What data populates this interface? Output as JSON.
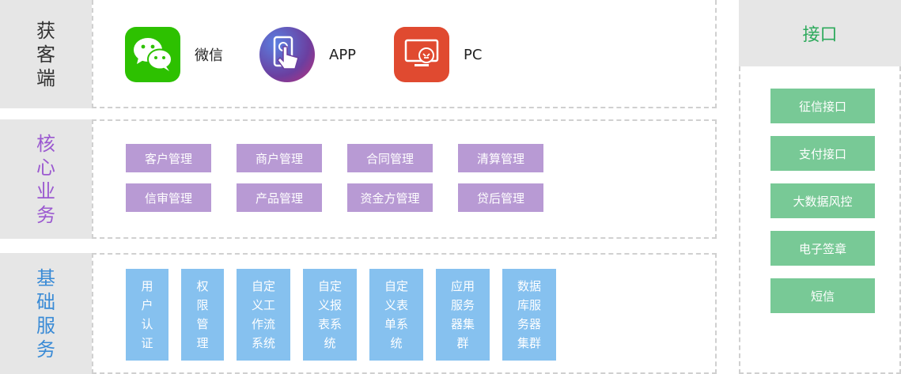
{
  "layers": {
    "client": {
      "label": "获客端",
      "color": "#333333",
      "items": [
        {
          "label": "微信",
          "icon": "wechat-icon",
          "color": "#2dc100"
        },
        {
          "label": "APP",
          "icon": "app-touch-icon",
          "color": "#6b3fa0"
        },
        {
          "label": "PC",
          "icon": "pc-monitor-icon",
          "color": "#e04a30"
        }
      ]
    },
    "core": {
      "label": "核心业务",
      "color": "#9b59d0",
      "box_color": "#b89ad4",
      "items": [
        "客户管理",
        "商户管理",
        "合同管理",
        "清算管理",
        "信审管理",
        "产品管理",
        "资金方管理",
        "贷后管理"
      ]
    },
    "base": {
      "label": "基础服务",
      "color": "#3a8bd6",
      "box_color": "#86c1ef",
      "items": [
        "用户认证",
        "权限管理",
        "自定义工作流系统",
        "自定义报表系统",
        "自定义表单系统",
        "应用服务器集群",
        "数据库服务器集群"
      ]
    }
  },
  "api": {
    "title": "接口",
    "title_color": "#2daa5c",
    "box_color": "#78c996",
    "items": [
      "征信接口",
      "支付接口",
      "大数据风控",
      "电子签章",
      "短信"
    ]
  }
}
